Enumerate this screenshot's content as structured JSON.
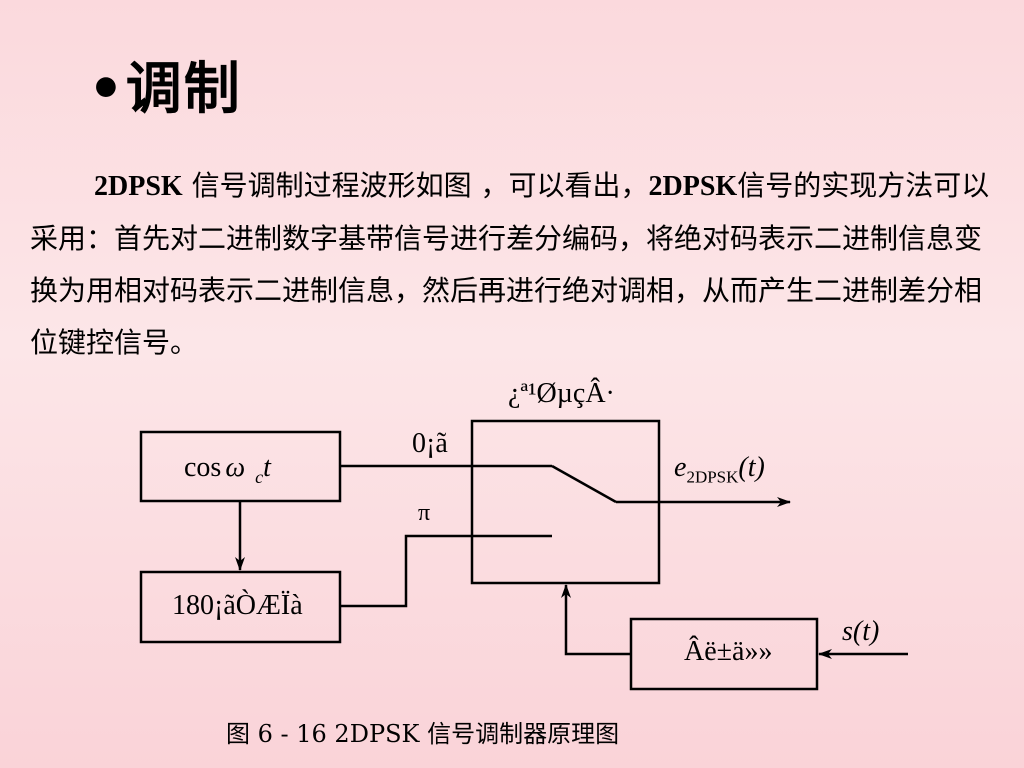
{
  "title": "•调制",
  "paragraph": {
    "lead": "2DPSK",
    "text1": "  信号调制过程波形如图 ，可以看出，",
    "mid": "2DPSK",
    "text2": "信号的实现方法可以采用：首先对二进制数字基带信号进行差分编码，将绝对码表示二进制信息变换为用相对码表示二进制信息，然后再进行绝对调相，从而产生二进制差分相位键控信号。"
  },
  "diagram": {
    "switch_title": "¿ª¹ØµçÂ·",
    "carrier_block": {
      "cos": "cos",
      "omega": "ω",
      "sub": "c",
      "t": "t"
    },
    "phase_shift_block": "180¡ãÒÆÏà",
    "input_0_label": "0¡ã",
    "input_pi_label": "π",
    "output_label": {
      "e": "e",
      "sub": "2DPSK",
      "arg": "(t)"
    },
    "diff_encoder_block": "Âë±ä»»",
    "input_signal": {
      "s": "s",
      "arg": "(t)"
    }
  },
  "caption": "图 6 - 16    2DPSK    信号调制器原理图"
}
